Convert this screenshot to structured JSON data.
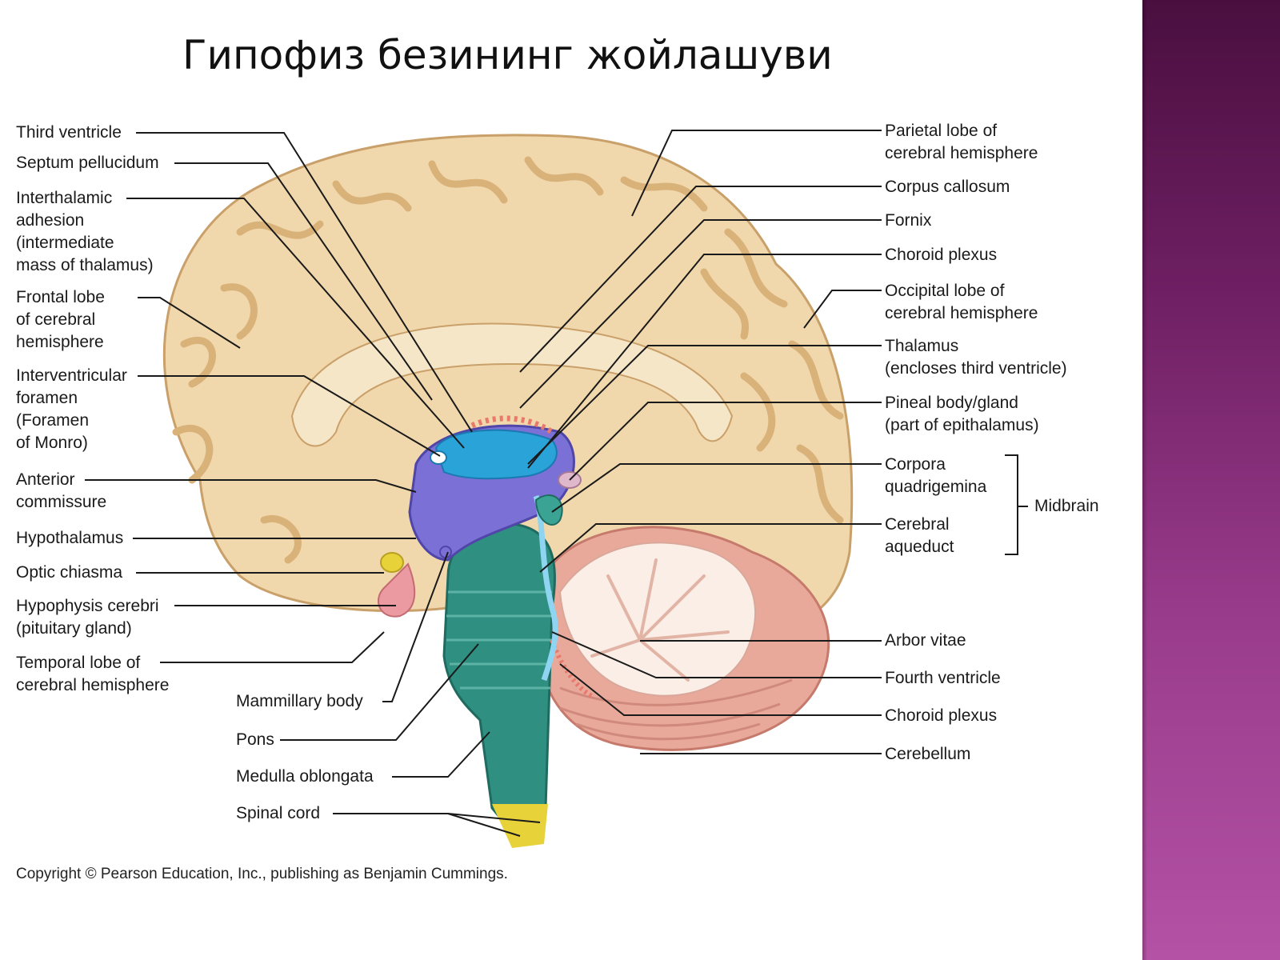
{
  "title": "Гипофиз безининг жойлашуви",
  "labels_left": {
    "third_ventricle": "Third ventricle",
    "septum_pellucidum": "Septum pellucidum",
    "interthalamic_adhesion": "Interthalamic\nadhesion\n(intermediate\nmass of thalamus)",
    "frontal_lobe": "Frontal lobe\nof cerebral\nhemisphere",
    "interventricular_foramen": "Interventricular\nforamen\n(Foramen\nof Monro)",
    "anterior_commissure": "Anterior\ncommissure",
    "hypothalamus": "Hypothalamus",
    "optic_chiasma": "Optic chiasma",
    "hypophysis_cerebri": "Hypophysis cerebri\n(pituitary gland)",
    "temporal_lobe": "Temporal lobe of\ncerebral hemisphere"
  },
  "labels_bottom": {
    "mammillary_body": "Mammillary body",
    "pons": "Pons",
    "medulla_oblongata": "Medulla oblongata",
    "spinal_cord": "Spinal cord"
  },
  "labels_right": {
    "parietal_lobe": "Parietal lobe of\ncerebral hemisphere",
    "corpus_callosum": "Corpus callosum",
    "fornix": "Fornix",
    "choroid_plexus_upper": "Choroid plexus",
    "occipital_lobe": "Occipital lobe of\ncerebral hemisphere",
    "thalamus": "Thalamus\n(encloses third ventricle)",
    "pineal_body": "Pineal body/gland\n(part of epithalamus)",
    "corpora_quadrigemina": "Corpora\nquadrigemina",
    "cerebral_aqueduct": "Cerebral\naqueduct",
    "midbrain": "Midbrain",
    "arbor_vitae": "Arbor vitae",
    "fourth_ventricle": "Fourth ventricle",
    "choroid_plexus_lower": "Choroid plexus",
    "cerebellum": "Cerebellum"
  },
  "copyright": "Copyright © Pearson Education, Inc., publishing as Benjamin Cummings.",
  "colors": {
    "cerebrum": "#f1d8ac",
    "cerebrum_fold": "#d9b27a",
    "ventricle": "#2aa3d8",
    "diencephalon": "#7a70d6",
    "brainstem": "#2f8f80",
    "cerebellum": "#e8a89a",
    "arbor_vitae": "#fbeee6",
    "pituitary": "#ea9aa0",
    "optic_chiasma": "#e8d23a",
    "side_band": "#8a2f7c"
  }
}
